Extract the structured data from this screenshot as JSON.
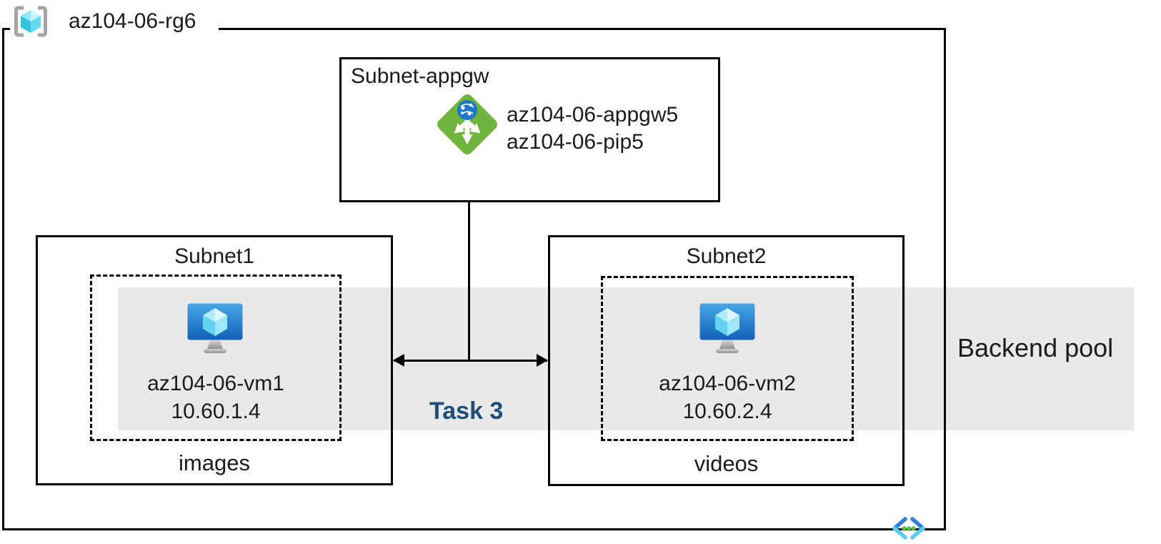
{
  "resource_group": {
    "name": "az104-06-rg6"
  },
  "appgw_subnet": {
    "title": "Subnet-appgw",
    "gateway_name": "az104-06-appgw5",
    "public_ip_name": "az104-06-pip5"
  },
  "subnet1": {
    "title": "Subnet1",
    "vm_name": "az104-06-vm1",
    "vm_ip": "10.60.1.4",
    "content_label": "images"
  },
  "subnet2": {
    "title": "Subnet2",
    "vm_name": "az104-06-vm2",
    "vm_ip": "10.60.2.4",
    "content_label": "videos"
  },
  "backend_pool_label": "Backend pool",
  "task_label": "Task 3",
  "icons": {
    "resource_group": "azure-resource-group-icon",
    "application_gateway": "azure-application-gateway-icon",
    "virtual_machine": "azure-virtual-machine-icon",
    "virtual_network": "azure-virtual-network-icon"
  },
  "colors": {
    "backend_band": "#e9e9e9",
    "task_text": "#1f4e79",
    "appgw_green": "#6eb43d",
    "globe_blue": "#1d78cb",
    "vm_screen_blue": "#2176c7",
    "cube_cyan": "#62d4ef",
    "vnet_dark_blue": "#2b80d4",
    "vnet_light_cyan": "#59ccf5",
    "vnet_dot_green": "#5cb84b",
    "border_black": "#000000"
  }
}
